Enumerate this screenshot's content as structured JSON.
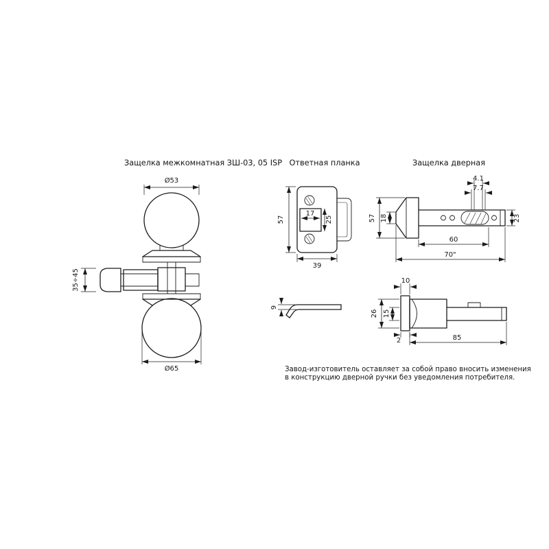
{
  "sections": {
    "knob": {
      "title": "Защелка межкомнатная ЗШ-03, 05 ISP"
    },
    "strike": {
      "title": "Ответная планка"
    },
    "latch": {
      "title": "Защелка дверная"
    }
  },
  "dimensions": {
    "knob_top_diameter": "Ø53",
    "knob_bottom_diameter": "Ø65",
    "knob_backset_range": "35÷45",
    "strike_height": "57",
    "strike_hole_width": "17",
    "strike_hole_height": "25",
    "strike_width": "39",
    "strike_thickness": "9",
    "latch_head_height": "57",
    "latch_face_height": "18",
    "latch_slot_a": "4.1",
    "latch_slot_b": "7.7",
    "latch_body_height": "23",
    "latch_backset": "60",
    "latch_overall": "70\"",
    "latch2_front_width": "10",
    "latch2_head_height": "26",
    "latch2_body_height": "15",
    "latch2_plate_thickness": "2",
    "latch2_length": "85"
  },
  "footer": {
    "line1": "Завод-изготовитель оставляет за собой право вносить изменения",
    "line2": "в конструкцию дверной ручки без уведомления потребителя."
  },
  "colors": {
    "line": "#1b1b1b",
    "background": "#ffffff"
  }
}
